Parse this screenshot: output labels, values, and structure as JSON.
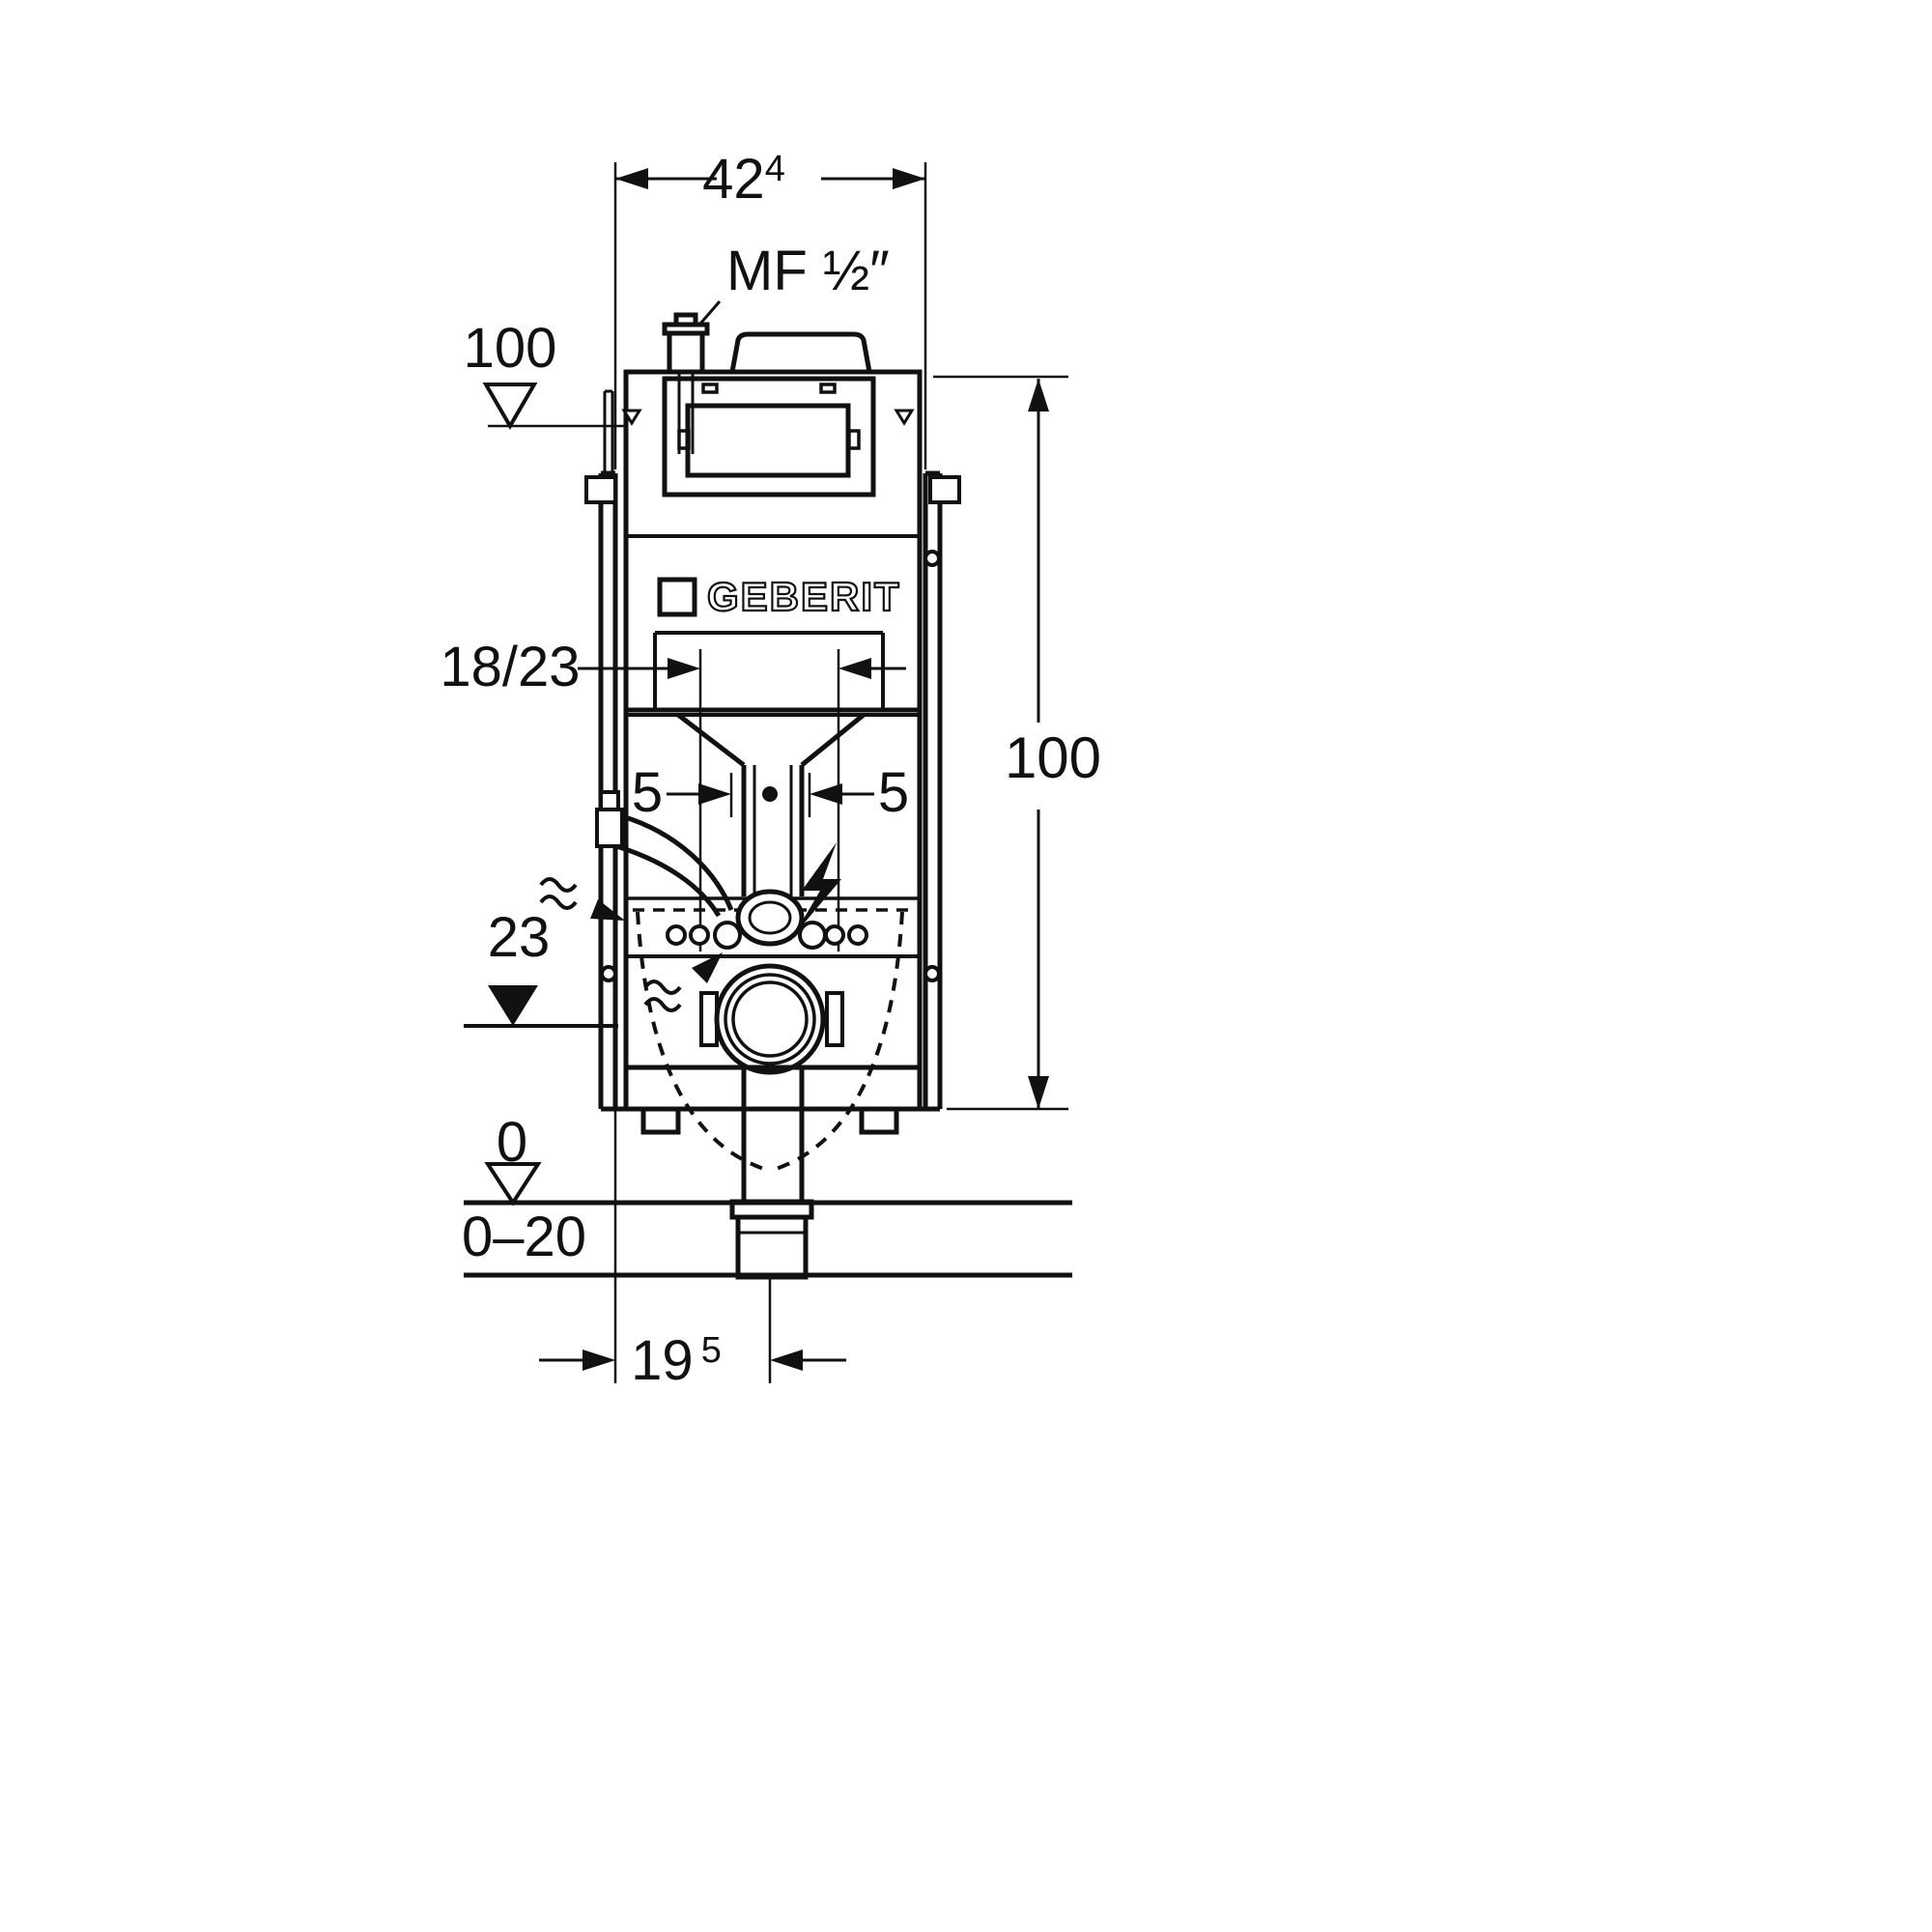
{
  "drawing": {
    "brand": "GEBERIT",
    "labels": {
      "top_width_value": "42",
      "top_width_sup": "4",
      "supply_connection": "MF ½″",
      "level_top": "100",
      "height_right": "100",
      "wc_fixing": "18/23",
      "offset_left": "5",
      "offset_right": "5",
      "level_outlet": "23",
      "level_zero": "0",
      "floor_buildup": "0–20",
      "outlet_offset_value": "19",
      "outlet_offset_sup": "5"
    }
  }
}
